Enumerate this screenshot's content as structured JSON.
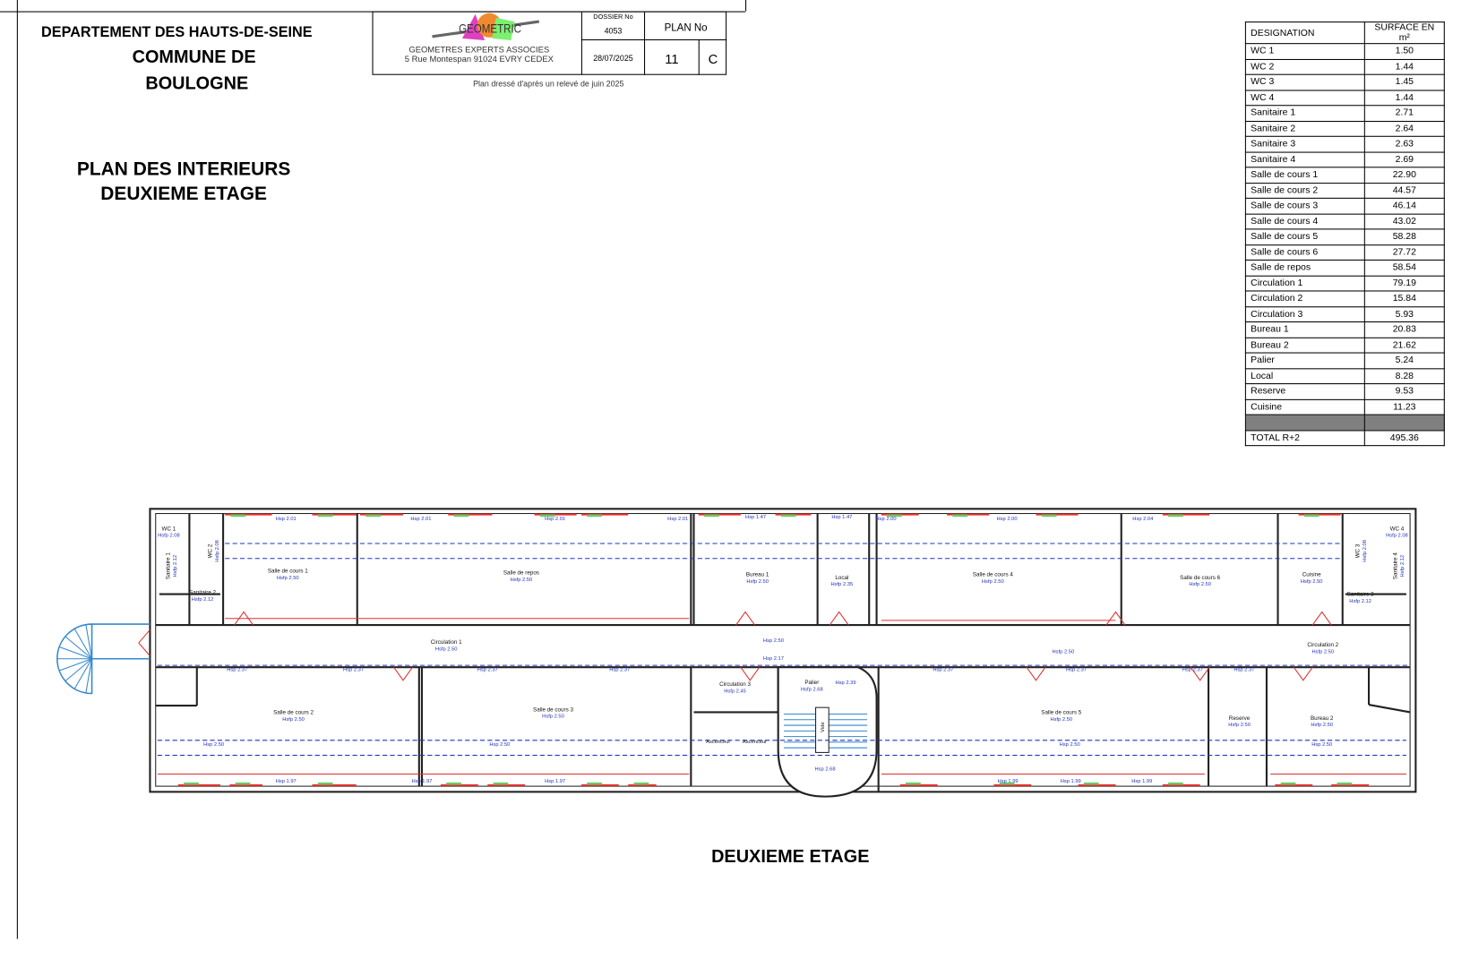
{
  "header": {
    "department": "DEPARTEMENT DES HAUTS-DE-SEINE",
    "commune_line1": "COMMUNE DE",
    "commune_line2": "BOULOGNE",
    "plan_title_line1": "PLAN DES INTERIEURS",
    "plan_title_line2": "DEUXIEME ETAGE"
  },
  "cartouche": {
    "logo_text": "GEOMETRIC",
    "company": "GEOMETRES EXPERTS ASSOCIES",
    "address": "5 Rue Montespan 91024 EVRY CEDEX",
    "dossier_label": "DOSSIER No",
    "dossier_value": "4053",
    "date": "28/07/2025",
    "plan_label": "PLAN No",
    "plan_number": "11",
    "plan_index": "C",
    "note": "Plan dressé d'après un relevé de juin 2025"
  },
  "surface_table": {
    "col_designation": "DESIGNATION",
    "col_surface": "SURFACE EN m²",
    "rows": [
      {
        "name": "WC 1",
        "value": "1.50"
      },
      {
        "name": "WC 2",
        "value": "1.44"
      },
      {
        "name": "WC 3",
        "value": "1.45"
      },
      {
        "name": "WC 4",
        "value": "1.44"
      },
      {
        "name": "Sanitaire 1",
        "value": "2.71"
      },
      {
        "name": "Sanitaire 2",
        "value": "2.64"
      },
      {
        "name": "Sanitaire 3",
        "value": "2.63"
      },
      {
        "name": "Sanitaire 4",
        "value": "2.69"
      },
      {
        "name": "Salle de cours 1",
        "value": "22.90"
      },
      {
        "name": "Salle de cours 2",
        "value": "44.57"
      },
      {
        "name": "Salle de cours 3",
        "value": "46.14"
      },
      {
        "name": "Salle de cours 4",
        "value": "43.02"
      },
      {
        "name": "Salle de cours 5",
        "value": "58.28"
      },
      {
        "name": "Salle de cours 6",
        "value": "27.72"
      },
      {
        "name": "Salle de repos",
        "value": "58.54"
      },
      {
        "name": "Circulation 1",
        "value": "79.19"
      },
      {
        "name": "Circulation 2",
        "value": "15.84"
      },
      {
        "name": "Circulation 3",
        "value": "5.93"
      },
      {
        "name": "Bureau 1",
        "value": "20.83"
      },
      {
        "name": "Bureau 2",
        "value": "21.62"
      },
      {
        "name": "Palier",
        "value": "5.24"
      },
      {
        "name": "Local",
        "value": "8.28"
      },
      {
        "name": "Reserve",
        "value": "9.53"
      },
      {
        "name": "Cuisine",
        "value": "11.23"
      }
    ],
    "total_label": "TOTAL R+2",
    "total_value": "495.36"
  },
  "floor_plan": {
    "title": "DEUXIEME ETAGE",
    "rooms": [
      {
        "name": "WC 1",
        "h": "Hsfp 2.08"
      },
      {
        "name": "WC 2",
        "h": "Hsfp 2.08"
      },
      {
        "name": "Sanitaire 1",
        "h": "Hsfp 2.12"
      },
      {
        "name": "Sanitaire 2",
        "h": "Hsfp 2.12"
      },
      {
        "name": "Salle de cours 1",
        "h": "Hsfp 2.50"
      },
      {
        "name": "Salle de repos",
        "h": "Hsfp 2.50"
      },
      {
        "name": "Bureau 1",
        "h": "Hsfp 2.50"
      },
      {
        "name": "Local",
        "h": "Hsfp 2.35"
      },
      {
        "name": "Salle de cours 4",
        "h": "Hsfp 2.50"
      },
      {
        "name": "Salle de cours 6",
        "h": "Hsfp 2.50"
      },
      {
        "name": "Cuisine",
        "h": "Hsfp 2.50"
      },
      {
        "name": "WC 4",
        "h": "Hsfp 2.08"
      },
      {
        "name": "WC 3",
        "h": "Hsfp 2.08"
      },
      {
        "name": "Sanitaire 4",
        "h": "Hsfp 2.12"
      },
      {
        "name": "Sanitaire 3",
        "h": "Hsfp 2.12"
      },
      {
        "name": "Circulation 1",
        "h": "Hsfp 2.50"
      },
      {
        "name": "Circulation 2",
        "h": "Hsfp 2.50"
      },
      {
        "name": "Circulation 3",
        "h": "Hsfp 2.45"
      },
      {
        "name": "Palier",
        "h": "Hsfp 2.68"
      },
      {
        "name": "Salle de cours 2",
        "h": "Hsfp 2.50"
      },
      {
        "name": "Salle de cours 3",
        "h": "Hsfp 2.50"
      },
      {
        "name": "Salle de cours 5",
        "h": "Hsfp 2.50"
      },
      {
        "name": "Reserve",
        "h": "Hsfp 2.50"
      },
      {
        "name": "Bureau 2",
        "h": "Hsfp 2.50"
      }
    ],
    "labels": [
      "Ascenceur",
      "Ascenceur",
      "Vide",
      "Hsp 2.68",
      "Hsp 2.50",
      "Hsp 2.17",
      "Hsfp 2.50",
      "Hsp 2.39",
      "Hsp 2.37",
      "Hsp 2.37",
      "Hsp 2.37",
      "Hsp 2.37",
      "Hsp 2.37",
      "Hsp 2.37",
      "Hsp 2.37",
      "Hsp 2.37",
      "Hsp 2.01",
      "Hsp 2.01",
      "Hsp 2.01",
      "Hsp 2.01",
      "Hsp 1.47",
      "Hsp 1.47",
      "Hsp 2.00",
      "Hsp 2.00",
      "Hsp 2.04",
      "Hsp 1.97",
      "Hsp 1.97",
      "Hsp 1.97",
      "Hsp 1.99",
      "Hsp 1.99",
      "Hsp 1.99",
      "Hsp 2.50",
      "Hsp 2.50",
      "Hsp 2.50",
      "Hsp 2.50"
    ]
  }
}
